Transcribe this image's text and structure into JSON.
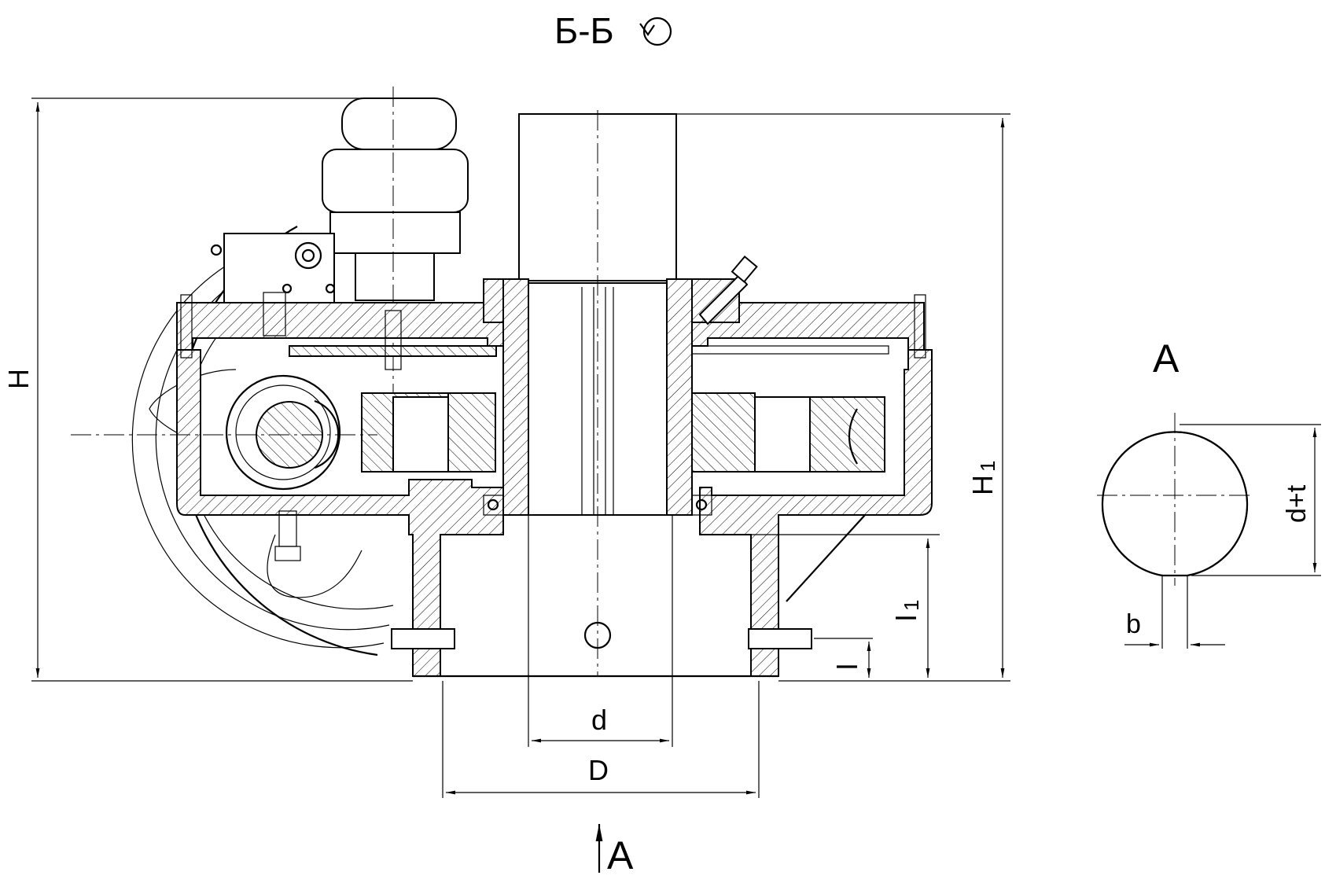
{
  "section_title": "Б-Б",
  "view_label": "A",
  "view_arrow_label": "A",
  "dimensions": {
    "H": "H",
    "H1": "H",
    "H1_sub": "1",
    "l": "l",
    "l1": "l",
    "l1_sub": "1",
    "d": "d",
    "D": "D",
    "d_plus_t": "d+t",
    "b": "b"
  }
}
